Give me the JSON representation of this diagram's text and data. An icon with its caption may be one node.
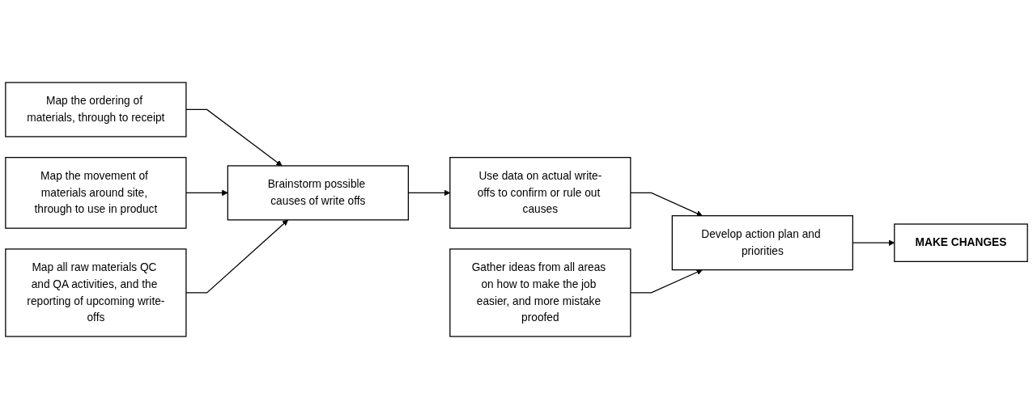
{
  "diagram": {
    "nodes": [
      {
        "text": [
          "Map the ordering of materials, through to receipt"
        ]
      },
      {
        "text": [
          "Map the movement of materials around site, through to use in product"
        ]
      },
      {
        "text": [
          "Map all raw materials QC and QA activities, and the reporting of upcoming write-offs"
        ]
      },
      {
        "text": [
          "Brainstorm possible causes of write offs"
        ]
      },
      {
        "text": [
          "Use data on actual write-offs to confirm or rule out causes"
        ]
      },
      {
        "text": [
          "Develop action plan and priorities"
        ]
      },
      {
        "text": [
          "MAKE CHANGES"
        ]
      },
      {
        "text": [
          "Gather ideas from all areas on how to make the job easier, and more mistake proofed"
        ]
      }
    ],
    "edges": [
      {
        "from": 0,
        "to": 3,
        "arrow": "to"
      },
      {
        "from": 1,
        "to": 3,
        "arrow": "to"
      },
      {
        "from": 2,
        "to": 3,
        "arrow": "to"
      },
      {
        "from": 3,
        "to": 4,
        "arrow": "to"
      },
      {
        "from": 4,
        "to": 5,
        "arrow": "to"
      },
      {
        "from": 5,
        "to": 6,
        "arrow": "to"
      },
      {
        "from": 7,
        "to": 5,
        "arrow": "to"
      }
    ]
  }
}
